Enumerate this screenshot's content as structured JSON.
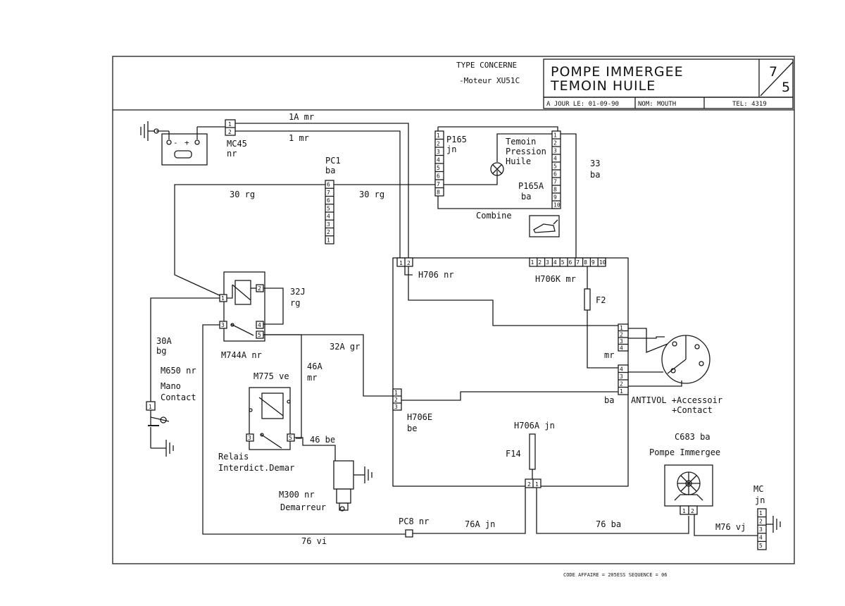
{
  "header": {
    "type_concerne": "TYPE CONCERNE",
    "moteur": "-Moteur XU51C",
    "title_line1": "POMPE IMMERGEE",
    "title_line2": "TEMOIN HUILE",
    "sheet_num": "7",
    "sheet_total": "5",
    "a_jour_le": "A JOUR LE:  01-09-90",
    "nom": "NOM: MOUTH",
    "tel": "TEL:  4319"
  },
  "labels": {
    "w1a": "1A mr",
    "w1": "1 mr",
    "mc45": "MC45",
    "mc45_color": "nr",
    "pc1": "PC1",
    "pc1_color": "ba",
    "w30_left": "30 rg",
    "w30_right": "30 rg",
    "p165": "P165",
    "p165_color": "jn",
    "temoin1": "Temoin",
    "temoin2": "Pression",
    "temoin3": "Huile",
    "p165a": "P165A",
    "p165a_color": "ba",
    "combine": "Combine",
    "w33": "33",
    "w33_color": "ba",
    "h706": "H706 nr",
    "h706k": "H706K mr",
    "f2": "F2",
    "w32j": "32J",
    "w32j_color": "rg",
    "w30a": "30A",
    "w30a_color": "bg",
    "m744a": "M744A nr",
    "w32a": "32A gr",
    "m650": "M650 nr",
    "mano": "Mano",
    "contact": "Contact",
    "m775": "M775 ve",
    "w46a": "46A",
    "w46a_color": "mr",
    "h706e": "H706E",
    "h706e_color": "be",
    "mr_right": "mr",
    "ba_right": "ba",
    "antivol": "ANTIVOL +Accessoir",
    "antivol2": "+Contact",
    "relais1": "Relais",
    "relais2": "Interdict.Demar",
    "w46be": "46 be",
    "h706a": "H706A jn",
    "f14": "F14",
    "c683": "C683 ba",
    "pompe": "Pompe Immergee",
    "m300": "M300 nr",
    "demarreur": "Demarreur",
    "pc8": "PC8 nr",
    "w76a": "76A jn",
    "w76ba": "76 ba",
    "mc": "MC",
    "mc_color": "jn",
    "m76": "M76 vj",
    "w76vi": "76 vi",
    "footer": "CODE AFFAIRE = 205ESS SEQUENCE = 06"
  },
  "pins": {
    "mc45": [
      "1",
      "2"
    ],
    "pc1": [
      "6",
      "7",
      "6",
      "5",
      "4",
      "3",
      "2",
      "1"
    ],
    "p165": [
      "1",
      "2",
      "3",
      "4",
      "5",
      "6",
      "7",
      "8"
    ],
    "p165a": [
      "1",
      "2",
      "3",
      "4",
      "5",
      "6",
      "7",
      "8",
      "9",
      "10"
    ],
    "h706": [
      "1",
      "2"
    ],
    "h706k": [
      "1",
      "2",
      "3",
      "4",
      "5",
      "6",
      "7",
      "8",
      "9",
      "10"
    ],
    "antivol_top": [
      "1",
      "2",
      "3",
      "4"
    ],
    "antivol_bot": [
      "4",
      "3",
      "2",
      "1"
    ],
    "h706e": [
      "1",
      "2",
      "3"
    ],
    "h706a": [
      "2",
      "1"
    ],
    "c683": [
      "1",
      "2"
    ],
    "mc": [
      "1",
      "2",
      "3",
      "4",
      "5"
    ],
    "m744a": [
      "1",
      "2",
      "3",
      "4",
      "5"
    ],
    "m775": [
      "3",
      "5"
    ],
    "m650": [
      "1"
    ]
  }
}
